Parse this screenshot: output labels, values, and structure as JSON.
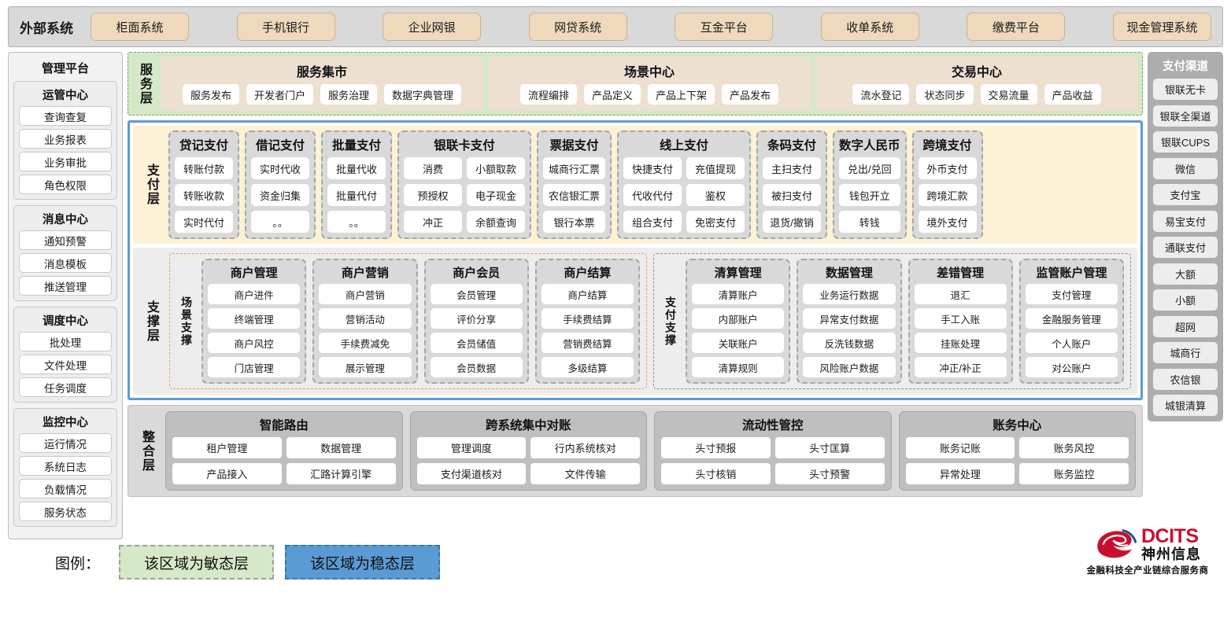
{
  "external": {
    "title": "外部系统",
    "items": [
      "柜面系统",
      "手机银行",
      "企业网银",
      "网贷系统",
      "互金平台",
      "收单系统",
      "缴费平台",
      "现金管理系统"
    ]
  },
  "management": {
    "title": "管理平台",
    "groups": [
      {
        "title": "运管中心",
        "items": [
          "查询查复",
          "业务报表",
          "业务审批",
          "角色权限"
        ]
      },
      {
        "title": "消息中心",
        "items": [
          "通知预警",
          "消息模板",
          "推送管理"
        ]
      },
      {
        "title": "调度中心",
        "items": [
          "批处理",
          "文件处理",
          "任务调度"
        ]
      },
      {
        "title": "监控中心",
        "items": [
          "运行情况",
          "系统日志",
          "负载情况",
          "服务状态"
        ]
      }
    ]
  },
  "service_layer": {
    "label": "服务层",
    "cards": [
      {
        "title": "服务集市",
        "items": [
          "服务发布",
          "开发者门户",
          "服务治理",
          "数据字典管理"
        ]
      },
      {
        "title": "场景中心",
        "items": [
          "流程编排",
          "产品定义",
          "产品上下架",
          "产品发布"
        ]
      },
      {
        "title": "交易中心",
        "items": [
          "流水登记",
          "状态同步",
          "交易流量",
          "产品收益"
        ]
      }
    ]
  },
  "payment_layer": {
    "label": "支付层",
    "groups": [
      {
        "title": "贷记支付",
        "cols": [
          [
            "转账付款",
            "转账收款",
            "实时代付"
          ]
        ]
      },
      {
        "title": "借记支付",
        "cols": [
          [
            "实时代收",
            "资金归集",
            "。。"
          ]
        ]
      },
      {
        "title": "批量支付",
        "cols": [
          [
            "批量代收",
            "批量代付",
            "。。"
          ]
        ]
      },
      {
        "title": "银联卡支付",
        "cols": [
          [
            "消费",
            "预授权",
            "冲正"
          ],
          [
            "小额取款",
            "电子现金",
            "余额查询"
          ]
        ]
      },
      {
        "title": "票据支付",
        "cols": [
          [
            "城商行汇票",
            "农信银汇票",
            "银行本票"
          ]
        ]
      },
      {
        "title": "线上支付",
        "cols": [
          [
            "快捷支付",
            "代收代付",
            "组合支付"
          ],
          [
            "充值提现",
            "鉴权",
            "免密支付"
          ]
        ]
      },
      {
        "title": "条码支付",
        "cols": [
          [
            "主扫支付",
            "被扫支付",
            "退货/撤销"
          ]
        ]
      },
      {
        "title": "数字人民币",
        "cols": [
          [
            "兑出/兑回",
            "钱包开立",
            "转钱"
          ]
        ]
      },
      {
        "title": "跨境支付",
        "cols": [
          [
            "外币支付",
            "跨境汇款",
            "境外支付"
          ]
        ]
      }
    ]
  },
  "support_layer": {
    "label": "支撑层",
    "boxes": [
      {
        "label": "场景支撑",
        "groups": [
          {
            "title": "商户管理",
            "items": [
              "商户进件",
              "终端管理",
              "商户风控",
              "门店管理"
            ]
          },
          {
            "title": "商户营销",
            "items": [
              "商户营销",
              "营销活动",
              "手续费减免",
              "展示管理"
            ]
          },
          {
            "title": "商户会员",
            "items": [
              "会员管理",
              "评价分享",
              "会员储值",
              "会员数据"
            ]
          },
          {
            "title": "商户结算",
            "items": [
              "商户结算",
              "手续费结算",
              "营销费结算",
              "多级结算"
            ]
          }
        ]
      },
      {
        "label": "支付支撑",
        "groups": [
          {
            "title": "清算管理",
            "items": [
              "清算账户",
              "内部账户",
              "关联账户",
              "清算规则"
            ]
          },
          {
            "title": "数据管理",
            "items": [
              "业务运行数据",
              "异常支付数据",
              "反洗钱数据",
              "风险账户数据"
            ]
          },
          {
            "title": "差错管理",
            "items": [
              "退汇",
              "手工入账",
              "挂账处理",
              "冲正/补正"
            ]
          },
          {
            "title": "监管账户管理",
            "items": [
              "支付管理",
              "金融服务管理",
              "个人账户",
              "对公账户"
            ]
          }
        ]
      }
    ]
  },
  "integration_layer": {
    "label": "整合层",
    "cards": [
      {
        "title": "智能路由",
        "items": [
          "租户管理",
          "数据管理",
          "产品接入",
          "汇路计算引擎"
        ]
      },
      {
        "title": "跨系统集中对账",
        "items": [
          "管理调度",
          "行内系统核对",
          "支付渠道核对",
          "文件传输"
        ]
      },
      {
        "title": "流动性管控",
        "items": [
          "头寸预报",
          "头寸匡算",
          "头寸核销",
          "头寸预警"
        ]
      },
      {
        "title": "账务中心",
        "items": [
          "账务记账",
          "账务风控",
          "异常处理",
          "账务监控"
        ]
      }
    ]
  },
  "channels": {
    "title": "支付渠道",
    "items": [
      "银联无卡",
      "银联全渠道",
      "银联CUPS",
      "微信",
      "支付宝",
      "易宝支付",
      "通联支付",
      "大额",
      "小额",
      "超网",
      "城商行",
      "农信银",
      "城银清算"
    ]
  },
  "legend": {
    "label": "图例：",
    "agile": "该区域为敏态层",
    "stable": "该区域为稳态层"
  },
  "logo": {
    "en": "DCITS",
    "cn": "神州信息",
    "tagline": "金融科技全产业链综合服务商"
  },
  "colors": {
    "agile_green": "#d5e8c8",
    "stable_blue": "#5b9bd5",
    "payment_cream": "#fdf1d6",
    "external_chip": "#eed9bd",
    "brand_red": "#c8102e"
  }
}
